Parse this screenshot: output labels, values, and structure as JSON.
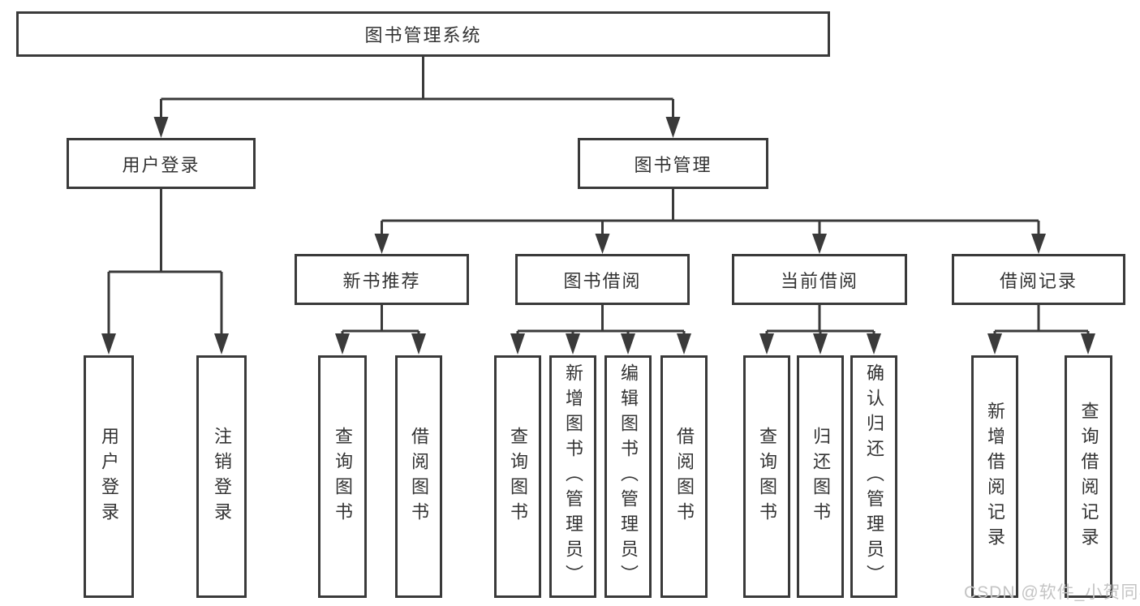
{
  "diagram": {
    "root": {
      "label": "图书管理系统"
    },
    "branches": [
      {
        "label": "用户登录",
        "children": [
          {
            "label": "用户登录"
          },
          {
            "label": "注销登录"
          }
        ]
      },
      {
        "label": "图书管理",
        "children": [
          {
            "label": "新书推荐",
            "children": [
              {
                "label": "查询图书"
              },
              {
                "label": "借阅图书"
              }
            ]
          },
          {
            "label": "图书借阅",
            "children": [
              {
                "label": "查询图书"
              },
              {
                "label": "新增图书（管理员）"
              },
              {
                "label": "编辑图书（管理员）"
              },
              {
                "label": "借阅图书"
              }
            ]
          },
          {
            "label": "当前借阅",
            "children": [
              {
                "label": "查询图书"
              },
              {
                "label": "归还图书"
              },
              {
                "label": "确认归还（管理员）"
              }
            ]
          },
          {
            "label": "借阅记录",
            "children": [
              {
                "label": "新增借阅记录"
              },
              {
                "label": "查询借阅记录"
              }
            ]
          }
        ]
      }
    ]
  },
  "watermark": {
    "text": "CSDN @软件_小贺同学"
  },
  "colors": {
    "line": "#3a3a3a",
    "text": "#333333",
    "watermark": "#c4c4c4",
    "background": "#ffffff"
  }
}
